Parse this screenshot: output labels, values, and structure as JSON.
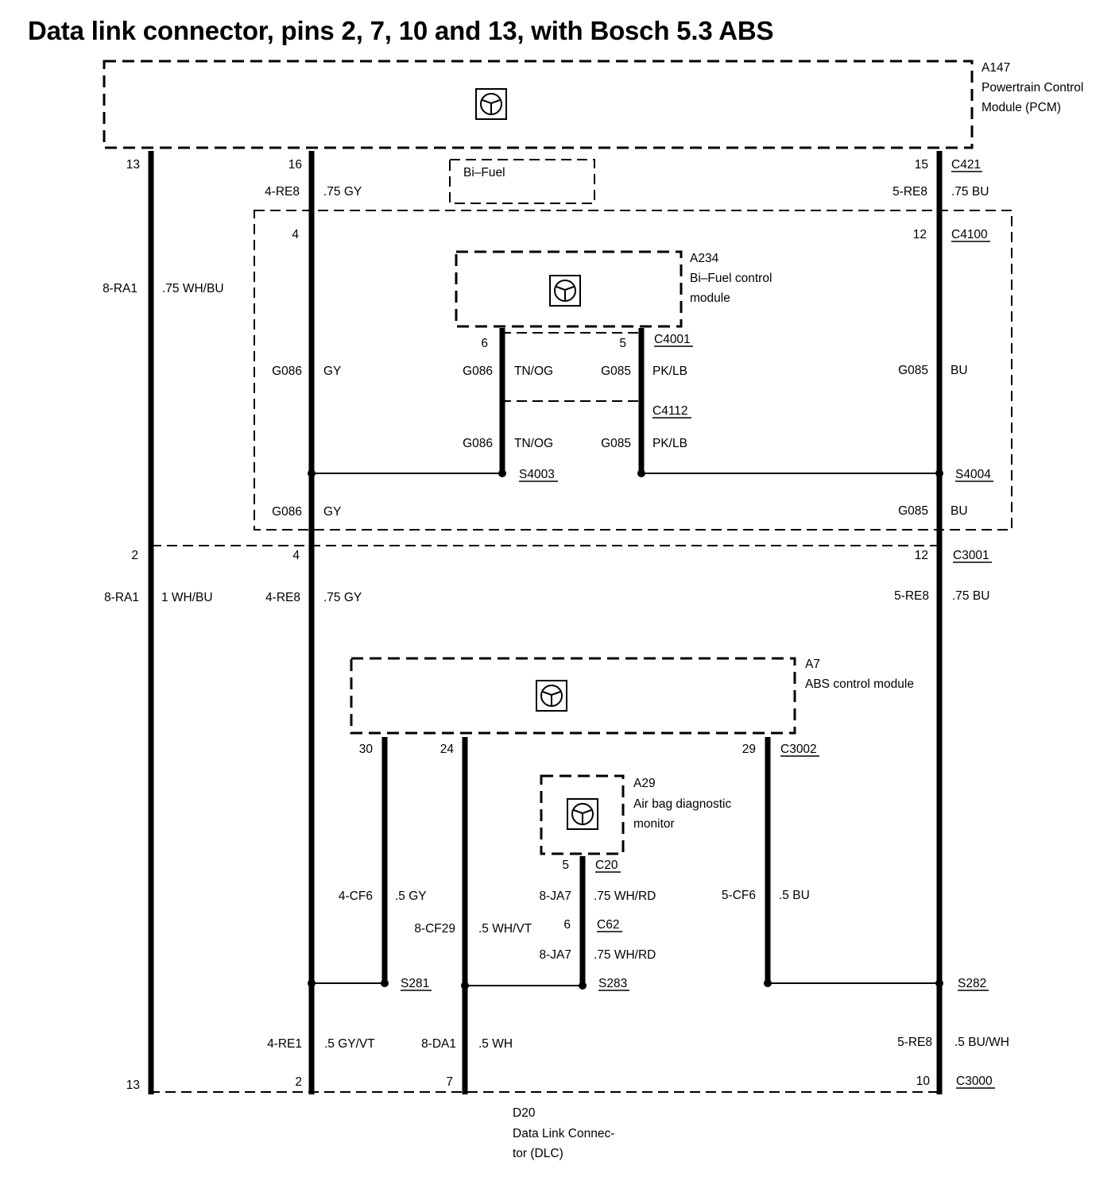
{
  "title": "Data link connector, pins 2, 7, 10 and 13, with Bosch 5.3 ABS",
  "modules": {
    "pcm": {
      "id": "A147",
      "line1": "Powertrain Control",
      "line2": "Module (PCM)"
    },
    "bifuel_option": {
      "label": "Bi–Fuel"
    },
    "bifuel_module": {
      "id": "A234",
      "line1": "Bi–Fuel control",
      "line2": "module"
    },
    "abs": {
      "id": "A7",
      "line1": "ABS control module"
    },
    "airbag": {
      "id": "A29",
      "line1": "Air bag diagnostic",
      "line2": "monitor"
    },
    "dlc": {
      "id": "D20",
      "line1": "Data Link Connec-",
      "line2": "tor (DLC)"
    }
  },
  "connectors": {
    "c421": "C421",
    "c4100": "C4100",
    "c4001": "C4001",
    "c4112": "C4112",
    "c3001": "C3001",
    "c3002": "C3002",
    "c20": "C20",
    "c62": "C62",
    "c3000": "C3000"
  },
  "splices": {
    "s4003": "S4003",
    "s4004": "S4004",
    "s281": "S281",
    "s283": "S283",
    "s282": "S282"
  },
  "pins": {
    "pcm_13": "13",
    "pcm_16": "16",
    "pcm_15": "15",
    "c4100_4": "4",
    "c4100_12": "12",
    "bf_6": "6",
    "bf_5": "5",
    "c3001_2": "2",
    "c3001_4": "4",
    "c3001_12": "12",
    "abs_30": "30",
    "abs_24": "24",
    "abs_29": "29",
    "c20_5": "5",
    "c62_6": "6",
    "dlc_13": "13",
    "dlc_2": "2",
    "dlc_7": "7",
    "dlc_10": "10"
  },
  "wires": {
    "w1_circuit": "8-RA1",
    "w1_spec": ".75 WH/BU",
    "w2_circuit": "4-RE8",
    "w2_spec": ".75 GY",
    "w3_circuit": "5-RE8",
    "w3_spec": ".75 BU",
    "g086_gy_1": "G086",
    "gy_1": "GY",
    "g086_tnog_1": "G086",
    "tnog_1": "TN/OG",
    "g085_pklb_1": "G085",
    "pklb_1": "PK/LB",
    "g085_bu_1": "G085",
    "bu_1": "BU",
    "g086_tnog_2": "G086",
    "tnog_2": "TN/OG",
    "g085_pklb_2": "G085",
    "pklb_2": "PK/LB",
    "g086_gy_2": "G086",
    "gy_2": "GY",
    "g085_bu_2": "G085",
    "bu_2": "BU",
    "w4_circuit": "8-RA1",
    "w4_spec": "1 WH/BU",
    "w5_circuit": "4-RE8",
    "w5_spec": ".75 GY",
    "w6_circuit": "5-RE8",
    "w6_spec": ".75 BU",
    "w7_circuit": "4-CF6",
    "w7_spec": ".5 GY",
    "w8_circuit": "8-CF29",
    "w8_spec": ".5 WH/VT",
    "w9_circuit": "8-JA7",
    "w9_spec": ".75 WH/RD",
    "w10_circuit": "8-JA7",
    "w10_spec": ".75 WH/RD",
    "w11_circuit": "5-CF6",
    "w11_spec": ".5 BU",
    "w12_circuit": "4-RE1",
    "w12_spec": ".5 GY/VT",
    "w13_circuit": "8-DA1",
    "w13_spec": ".5 WH",
    "w14_circuit": "5-RE8",
    "w14_spec": ".5 BU/WH"
  }
}
